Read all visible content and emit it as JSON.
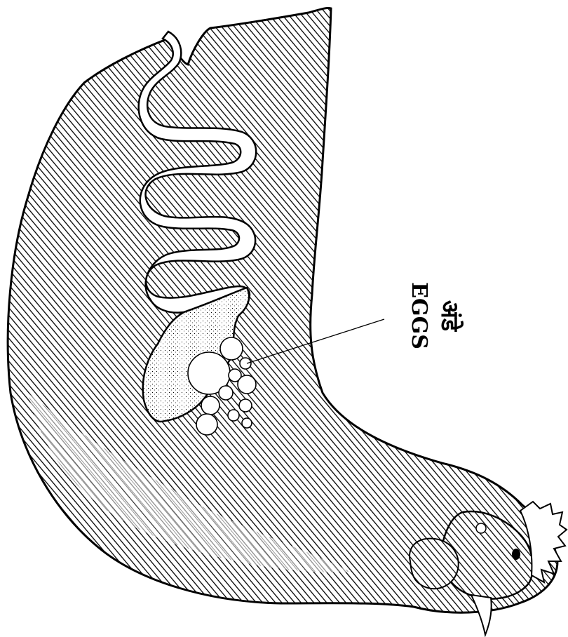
{
  "diagram": {
    "subject": "hen-reproductive-system",
    "labels": {
      "eggs_hindi": "अंडे",
      "eggs_english": "EGGS"
    },
    "colors": {
      "ink": "#000000",
      "paper": "#ffffff"
    }
  }
}
